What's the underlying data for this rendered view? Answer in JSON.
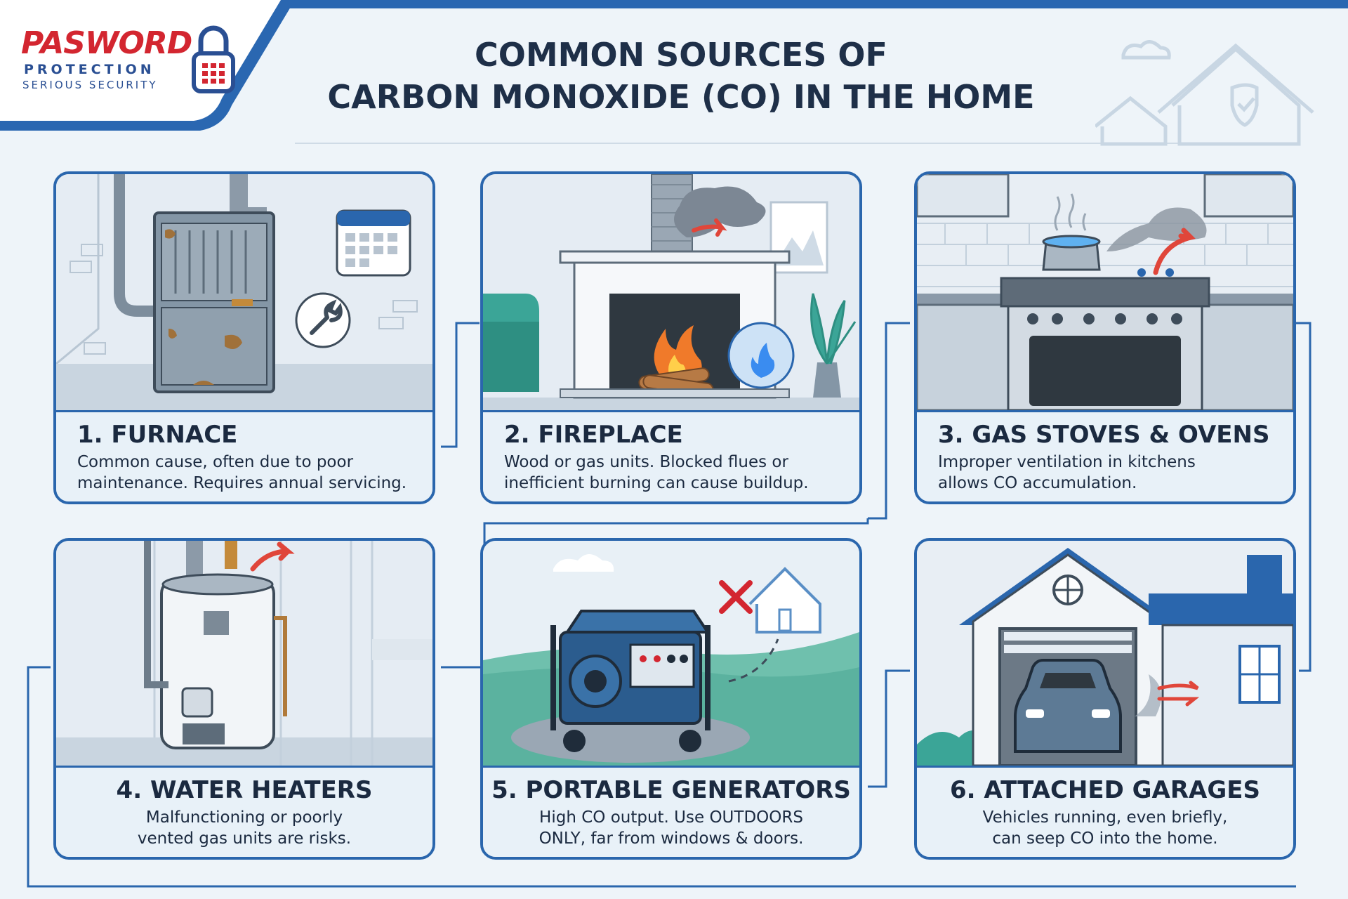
{
  "brand": {
    "name": "PASWORD",
    "line1": "PROTECTION",
    "line2": "SERIOUS SECURITY"
  },
  "header": {
    "title_line1": "COMMON SOURCES OF",
    "title_line2": "CARBON MONOXIDE (CO) IN THE HOME"
  },
  "colors": {
    "accent": "#2a66ad",
    "brand_red": "#d32630",
    "text": "#1b2a40",
    "flame": "#f07a2a",
    "arrow": "#e0463a"
  },
  "sources": [
    {
      "title": "1. FURNACE",
      "line1": "Common cause, often due to poor",
      "line2": "maintenance. Requires annual servicing."
    },
    {
      "title": "2. FIREPLACE",
      "line1": "Wood or gas units. Blocked flues or",
      "line2": "inefficient burning can cause buildup."
    },
    {
      "title": "3. GAS STOVES & OVENS",
      "line1": "Improper ventilation in kitchens",
      "line2": "allows CO accumulation."
    },
    {
      "title": "4. WATER HEATERS",
      "line1": "Malfunctioning or poorly",
      "line2": "vented gas units are risks."
    },
    {
      "title": "5. PORTABLE GENERATORS",
      "line1": "High CO output. Use OUTDOORS",
      "line2": "ONLY, far from windows & doors."
    },
    {
      "title": "6. ATTACHED GARAGES",
      "line1": "Vehicles running, even briefly,",
      "line2": "can seep CO into the home."
    }
  ]
}
